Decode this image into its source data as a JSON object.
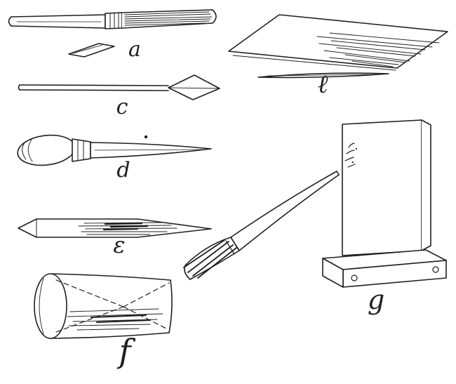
{
  "colors": {
    "ink": "#1f1f1f",
    "paper": "#ffffff"
  },
  "figures": [
    {
      "name": "pen-holder-with-nib",
      "label": "a"
    },
    {
      "name": "flat-plate-with-stylus",
      "label": "ℓ"
    },
    {
      "name": "spear-pointed-tool",
      "label": "c"
    },
    {
      "name": "bulb-handled-scriber",
      "label": "d"
    },
    {
      "name": "pointed-crayon",
      "label": "ε"
    },
    {
      "name": "hollow-cylinder",
      "label": "f"
    },
    {
      "name": "brush-and-upright-board",
      "label": "g"
    }
  ]
}
